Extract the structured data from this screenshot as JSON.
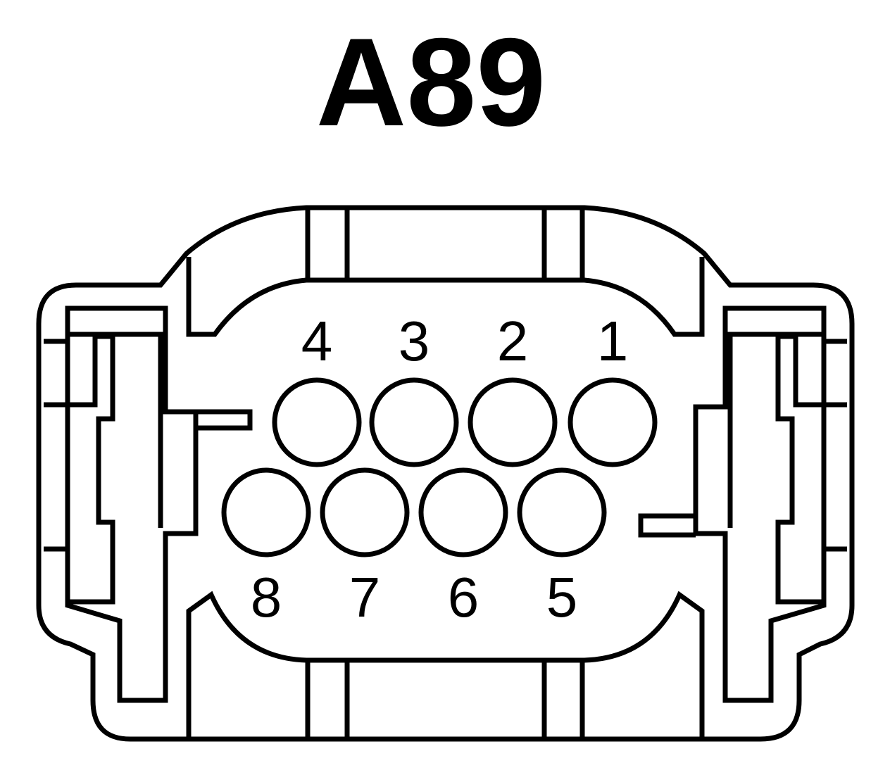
{
  "connector": {
    "title": "A89",
    "line_color": "#000000",
    "background_color": "#ffffff"
  },
  "pins": {
    "top_row": [
      {
        "label": "4"
      },
      {
        "label": "3"
      },
      {
        "label": "2"
      },
      {
        "label": "1"
      }
    ],
    "bottom_row": [
      {
        "label": "8"
      },
      {
        "label": "7"
      },
      {
        "label": "6"
      },
      {
        "label": "5"
      }
    ]
  }
}
